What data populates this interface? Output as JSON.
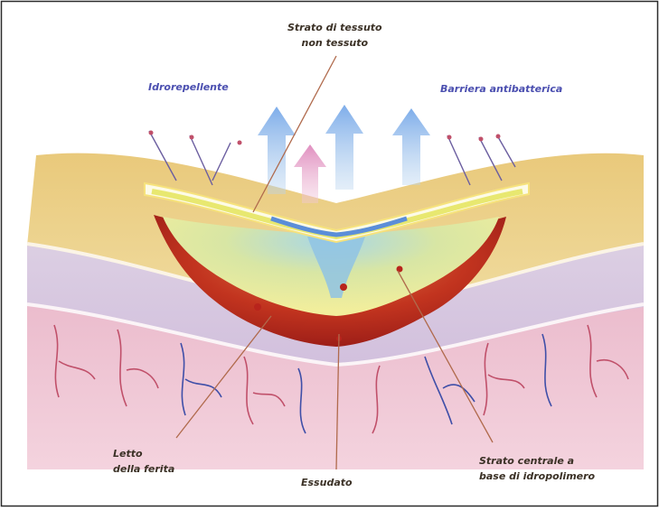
{
  "labels": {
    "non_woven_layer": {
      "line1": "Strato di tessuto",
      "line2": "non tessuto"
    },
    "water_repellent": "Idrorepellente",
    "antibacterial_barrier": "Barriera antibatterica",
    "wound_bed": {
      "line1": "Letto",
      "line2": "della ferita"
    },
    "exudate": "Essudato",
    "central_layer": {
      "line1": "Strato centrale a",
      "line2": "base di idropolimero"
    }
  },
  "colors": {
    "skin_top": "#e8c87a",
    "skin_middle": "#d9c9df",
    "skin_deep": "#e7b6c8",
    "wound_red": "#b8241c",
    "dressing_yellow": "#f2ee9c",
    "arrow_blue": "#8db7e6",
    "arrow_pink": "#e6a6c9",
    "label_blue": "#4b4fb0",
    "label_dark": "#3b3126",
    "leader_line": "#b06a4c"
  }
}
